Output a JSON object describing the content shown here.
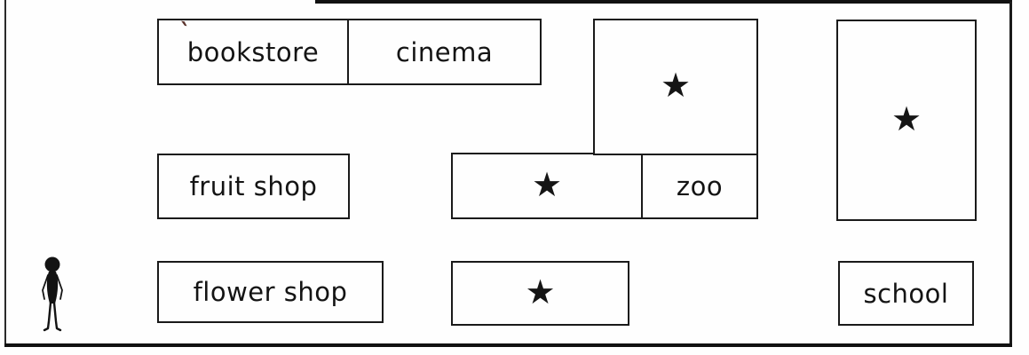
{
  "buildings": {
    "bookstore": {
      "label": "bookstore"
    },
    "cinema": {
      "label": "cinema"
    },
    "fruit_shop": {
      "label": "fruit shop"
    },
    "zoo": {
      "label": "zoo"
    },
    "flower_shop": {
      "label": "flower shop"
    },
    "school": {
      "label": "school"
    }
  },
  "unlabeled_buildings": [
    {
      "id": "star-block-top-middle",
      "marker": "★"
    },
    {
      "id": "star-block-middle-row",
      "marker": "★"
    },
    {
      "id": "star-block-bottom-row",
      "marker": "★"
    },
    {
      "id": "star-block-right-tall",
      "marker": "★"
    }
  ],
  "icons": {
    "star": "★",
    "person": "stick-figure",
    "stray_accent": "ˋ"
  },
  "colors": {
    "ink": "#1a1a1a",
    "background": "#fefefe",
    "accent_mark": "#5a332c"
  }
}
